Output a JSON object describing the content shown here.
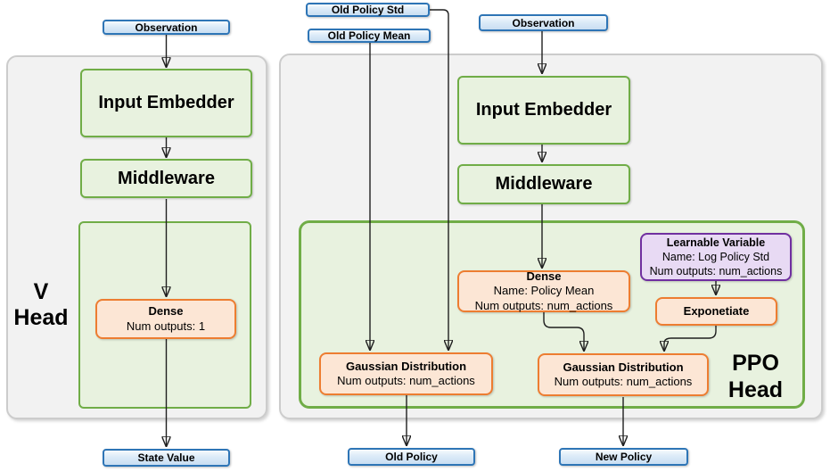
{
  "colors": {
    "blue_border": "#2e75b6",
    "blue_fill": "#dcebf8",
    "green_border": "#70ad47",
    "green_fill": "#e8f2df",
    "orange_border": "#ed7d31",
    "orange_fill": "#fce6d5",
    "purple_border": "#7030a0",
    "purple_fill": "#e8daf4",
    "panel_fill": "#f2f2f2",
    "panel_border": "#cccccc",
    "connector": "#1f1f1f"
  },
  "left": {
    "observation": "Observation",
    "input_embedder": "Input Embedder",
    "middleware": "Middleware",
    "dense": {
      "title": "Dense",
      "outputs": "Num outputs: 1"
    },
    "head_label": {
      "line1": "V",
      "line2": "Head"
    },
    "output": "State Value"
  },
  "right": {
    "old_policy_std": "Old Policy Std",
    "old_policy_mean": "Old Policy Mean",
    "observation": "Observation",
    "input_embedder": "Input Embedder",
    "middleware": "Middleware",
    "dense": {
      "title": "Dense",
      "name": "Name: Policy Mean",
      "outputs": "Num outputs: num_actions"
    },
    "learnable": {
      "title": "Learnable Variable",
      "name": "Name: Log Policy Std",
      "outputs": "Num outputs: num_actions"
    },
    "exponetiate": "Exponetiate",
    "gaussian_old": {
      "title": "Gaussian Distribution",
      "outputs": "Num outputs: num_actions"
    },
    "gaussian_new": {
      "title": "Gaussian Distribution",
      "outputs": "Num outputs: num_actions"
    },
    "head_label": {
      "line1": "PPO",
      "line2": "Head"
    },
    "old_policy_output": "Old Policy",
    "new_policy_output": "New Policy"
  }
}
